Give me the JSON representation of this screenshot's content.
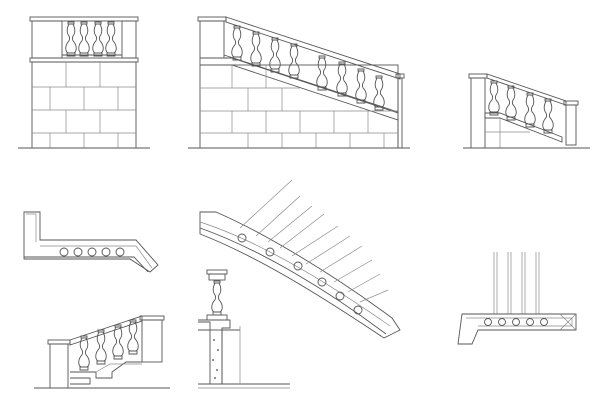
{
  "drawing": {
    "line_color": "#555555",
    "light_line_color": "#8a8a8a",
    "background": "#ffffff",
    "views": [
      {
        "id": "front-elevation-straight",
        "balusters": 4
      },
      {
        "id": "front-elevation-stair",
        "balusters": 8
      },
      {
        "id": "small-stair-elevation",
        "balusters": 4
      },
      {
        "id": "corner-plan-left",
        "circles": 5
      },
      {
        "id": "curved-stair-plan",
        "circles": 6
      },
      {
        "id": "section-detail",
        "balusters": 1
      },
      {
        "id": "stair-rail-lower",
        "balusters": 4
      },
      {
        "id": "corner-plan-right",
        "circles": 5
      }
    ]
  }
}
